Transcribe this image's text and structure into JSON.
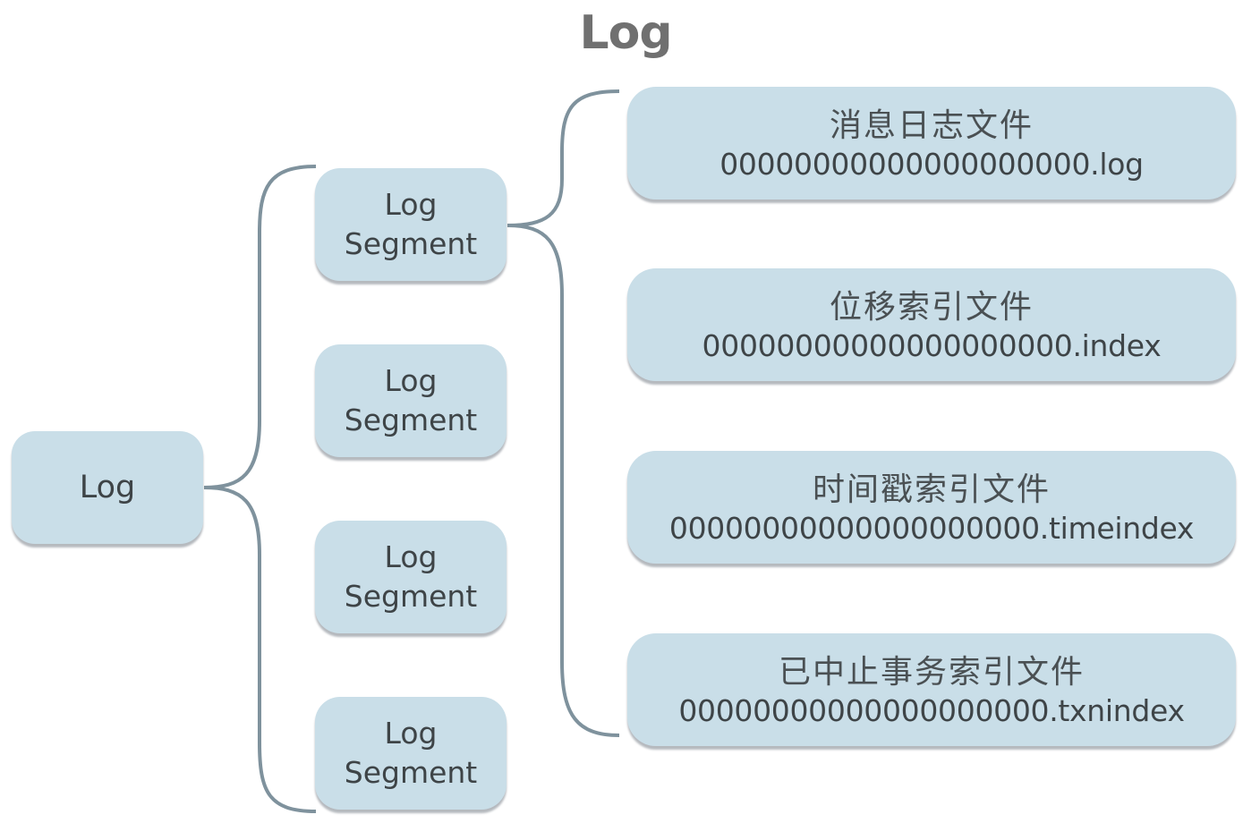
{
  "title": "Log",
  "colors": {
    "node_fill": "#c9dee8",
    "connector": "#7f929d",
    "title_text": "#707070",
    "node_text": "#3e4447"
  },
  "root": {
    "label": "Log"
  },
  "segments": [
    {
      "line1": "Log",
      "line2": "Segment"
    },
    {
      "line1": "Log",
      "line2": "Segment"
    },
    {
      "line1": "Log",
      "line2": "Segment"
    },
    {
      "line1": "Log",
      "line2": "Segment"
    }
  ],
  "files": [
    {
      "label": "消息日志文件",
      "name": "00000000000000000000.log"
    },
    {
      "label": "位移索引文件",
      "name": "00000000000000000000.index"
    },
    {
      "label": "时间戳索引文件",
      "name": "00000000000000000000.timeindex"
    },
    {
      "label": "已中止事务索引文件",
      "name": "00000000000000000000.txnindex"
    }
  ]
}
